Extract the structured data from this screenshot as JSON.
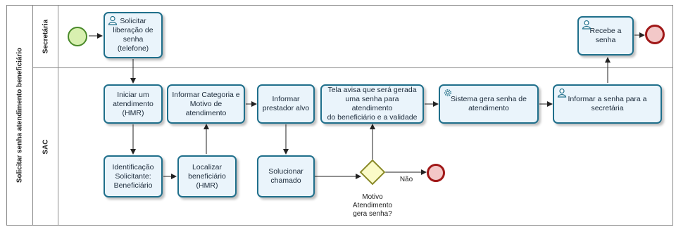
{
  "process_title": "Solicitar senha atendimento beneficiário",
  "lanes": {
    "secretaria": "Secretária",
    "sac": "SAC"
  },
  "tasks": {
    "solicitar": "Solicitar\nliberação de\nsenha\n(telefone)",
    "recebe": "Recebe a\nsenha",
    "iniciar": "Iniciar um\natendimento\n(HMR)",
    "identificacao": "Identificação\nSolicitante:\nBeneficiário",
    "localizar": "Localizar\nbeneficiário\n(HMR)",
    "informar_categoria": "Informar Categoria e\nMotivo de\natendimento",
    "informar_prestador": "Informar\nprestador alvo",
    "solucionar": "Solucionar\nchamado",
    "tela_avisa": "Tela avisa que será gerada\numa senha para atendimento\ndo beneficiário e a validade",
    "sistema_gera": "Sistema gera senha de\natendimento",
    "informar_senha": "Informar a senha para a\nsecretária"
  },
  "gateway": {
    "question": "Motivo\nAtendimento\ngera senha?",
    "no_label": "Não"
  },
  "icons": {
    "user_task": "user-icon",
    "service_task": "gear-icon"
  },
  "colors": {
    "task_border": "#1f6f8b",
    "task_fill": "#eaf4fb",
    "start_event": "#4a8a2a",
    "end_event": "#a01818",
    "gateway": "#8a8a2a"
  }
}
